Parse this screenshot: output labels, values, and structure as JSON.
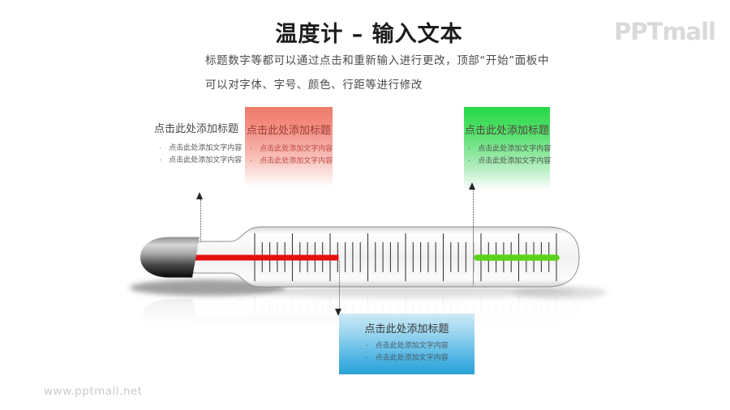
{
  "slide": {
    "title": "温度计 – 输入文本",
    "subtitle": [
      "标题数字等都可以通过点击和重新输入进行更改，顶部“开始”面板中",
      "可以对字体、字号、颜色、行距等进行修改"
    ],
    "logo": "PPTmall",
    "watermark": "www.pptmall.net"
  },
  "callouts": {
    "plain": {
      "title": "点击此处添加标题",
      "bullets": [
        "点击此处添加文字内容",
        "点击此处添加文字内容"
      ],
      "accent_color": "none"
    },
    "red": {
      "title": "点击此处添加标题",
      "bullets": [
        "点击此处添加文字内容",
        "点击此处添加文字内容"
      ],
      "accent_color": "#ee7b6b"
    },
    "green": {
      "title": "点击此处添加标题",
      "bullets": [
        "点击此处添加文字内容",
        "点击此处添加文字内容"
      ],
      "accent_color": "#26d847"
    },
    "blue": {
      "title": "点击此处添加标题",
      "bullets": [
        "点击此处添加文字内容",
        "点击此处添加文字内容"
      ],
      "accent_color": "#2ba0d6"
    }
  },
  "thermometer": {
    "bullet_dot": "·",
    "segments": {
      "red": {
        "color": "#e60f0f"
      },
      "blue": {
        "color_start": "#1d6ee2",
        "color_end": "#39b2ee"
      },
      "green": {
        "color": "#5bd11a"
      }
    }
  }
}
